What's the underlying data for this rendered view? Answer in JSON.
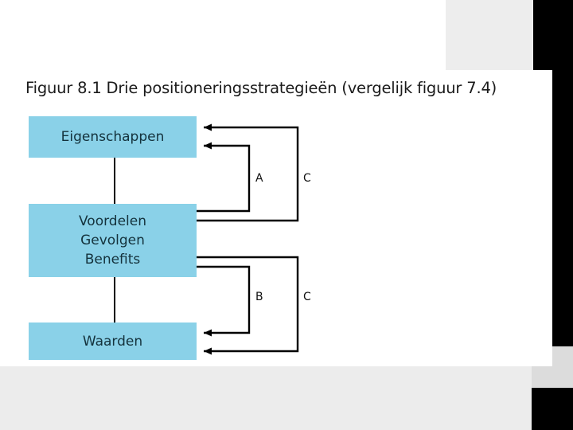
{
  "slide": {
    "title": "Figuur 8.1  Drie positioneringsstrategieën (vergelijk figuur 7.4)",
    "background_color": "#ffffff",
    "accent_color": "#8ad1e8",
    "line_color": "#000000",
    "band_gray": "#ededed",
    "band_black": "#000000"
  },
  "diagram": {
    "type": "flow-ladder",
    "nodes": [
      {
        "id": "eigenschappen",
        "lines": [
          "Eigenschappen"
        ],
        "fill": "#8ad1e8"
      },
      {
        "id": "voordelen",
        "lines": [
          "Voordelen",
          "Gevolgen",
          "Benefits"
        ],
        "fill": "#8ad1e8"
      },
      {
        "id": "waarden",
        "lines": [
          "Waarden"
        ],
        "fill": "#8ad1e8"
      }
    ],
    "connectors": [
      {
        "id": "eigenschappen-voordelen",
        "from": "eigenschappen",
        "to": "voordelen"
      },
      {
        "id": "voordelen-waarden",
        "from": "voordelen",
        "to": "waarden"
      }
    ],
    "loops": [
      {
        "id": "loop-a",
        "label": "A",
        "from": "voordelen",
        "to": "eigenschappen",
        "position": "inner-top"
      },
      {
        "id": "loop-c-top",
        "label": "C",
        "from": "voordelen",
        "to": "eigenschappen",
        "position": "outer-top"
      },
      {
        "id": "loop-b",
        "label": "B",
        "from": "voordelen",
        "to": "waarden",
        "position": "inner-bottom"
      },
      {
        "id": "loop-c-bottom",
        "label": "C",
        "from": "voordelen",
        "to": "waarden",
        "position": "outer-bottom"
      }
    ]
  }
}
